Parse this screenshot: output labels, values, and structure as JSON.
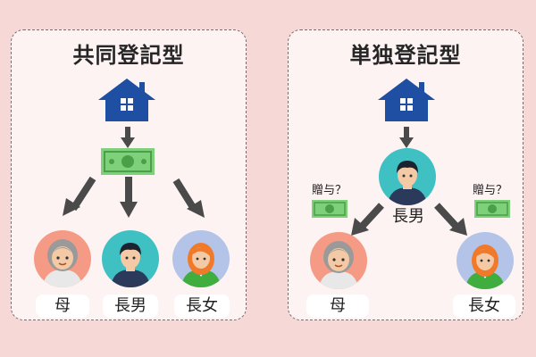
{
  "colors": {
    "background": "#f6d8d6",
    "panel": "#fdf3f2",
    "house": "#1e4fa3",
    "arrow": "#4a4a4a",
    "money": "#7ed07a",
    "mother_bg": "#f59a84",
    "son_bg": "#3fc1c4",
    "daughter_bg": "#b4c3e8"
  },
  "icons": {
    "house": "house-icon",
    "money": "banknote-icon",
    "mother": "mother-avatar",
    "son": "son-avatar",
    "daughter": "daughter-avatar"
  },
  "left_panel": {
    "title": "共同登記型",
    "people": [
      {
        "label": "母"
      },
      {
        "label": "長男"
      },
      {
        "label": "長女"
      }
    ]
  },
  "right_panel": {
    "title": "単独登記型",
    "center_label": "長男",
    "gift_left": "贈与？",
    "gift_right": "贈与？",
    "people": [
      {
        "label": "母"
      },
      {
        "label": "長女"
      }
    ]
  }
}
